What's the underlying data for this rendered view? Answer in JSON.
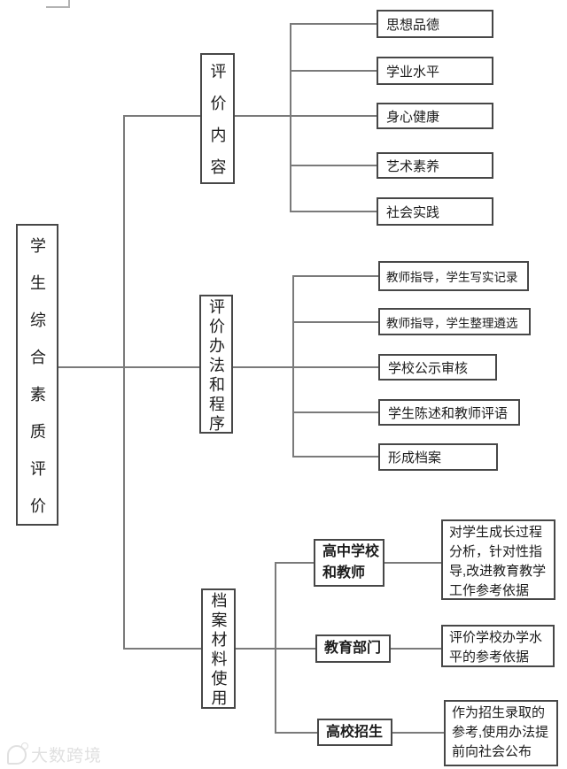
{
  "colors": {
    "background": "#ffffff",
    "box_border": "#474747",
    "line": "#7a7a7a",
    "text": "#1c1c1c",
    "watermark": "#e0e0e0"
  },
  "root": {
    "label": "学生综合素质评价"
  },
  "branches": [
    {
      "label": "评价内容",
      "children": [
        {
          "label": "思想品德"
        },
        {
          "label": "学业水平"
        },
        {
          "label": "身心健康"
        },
        {
          "label": "艺术素养"
        },
        {
          "label": "社会实践"
        }
      ]
    },
    {
      "label": "评价办法和程序",
      "children": [
        {
          "label": "教师指导，学生写实记录"
        },
        {
          "label": "教师指导，学生整理遴选"
        },
        {
          "label": "学校公示审核"
        },
        {
          "label": "学生陈述和教师评语"
        },
        {
          "label": "形成档案"
        }
      ]
    },
    {
      "label": "档案材料使用",
      "children": [
        {
          "label": "高中学校和教师",
          "description": "对学生成长过程分析，针对性指导,改进教育教学工作参考依据"
        },
        {
          "label": "教育部门",
          "description": "评价学校办学水平的参考依据"
        },
        {
          "label": "高校招生",
          "description": "作为招生录取的参考,使用办法提前向社会公布"
        }
      ]
    }
  ],
  "watermark": {
    "text": "大数跨境"
  }
}
